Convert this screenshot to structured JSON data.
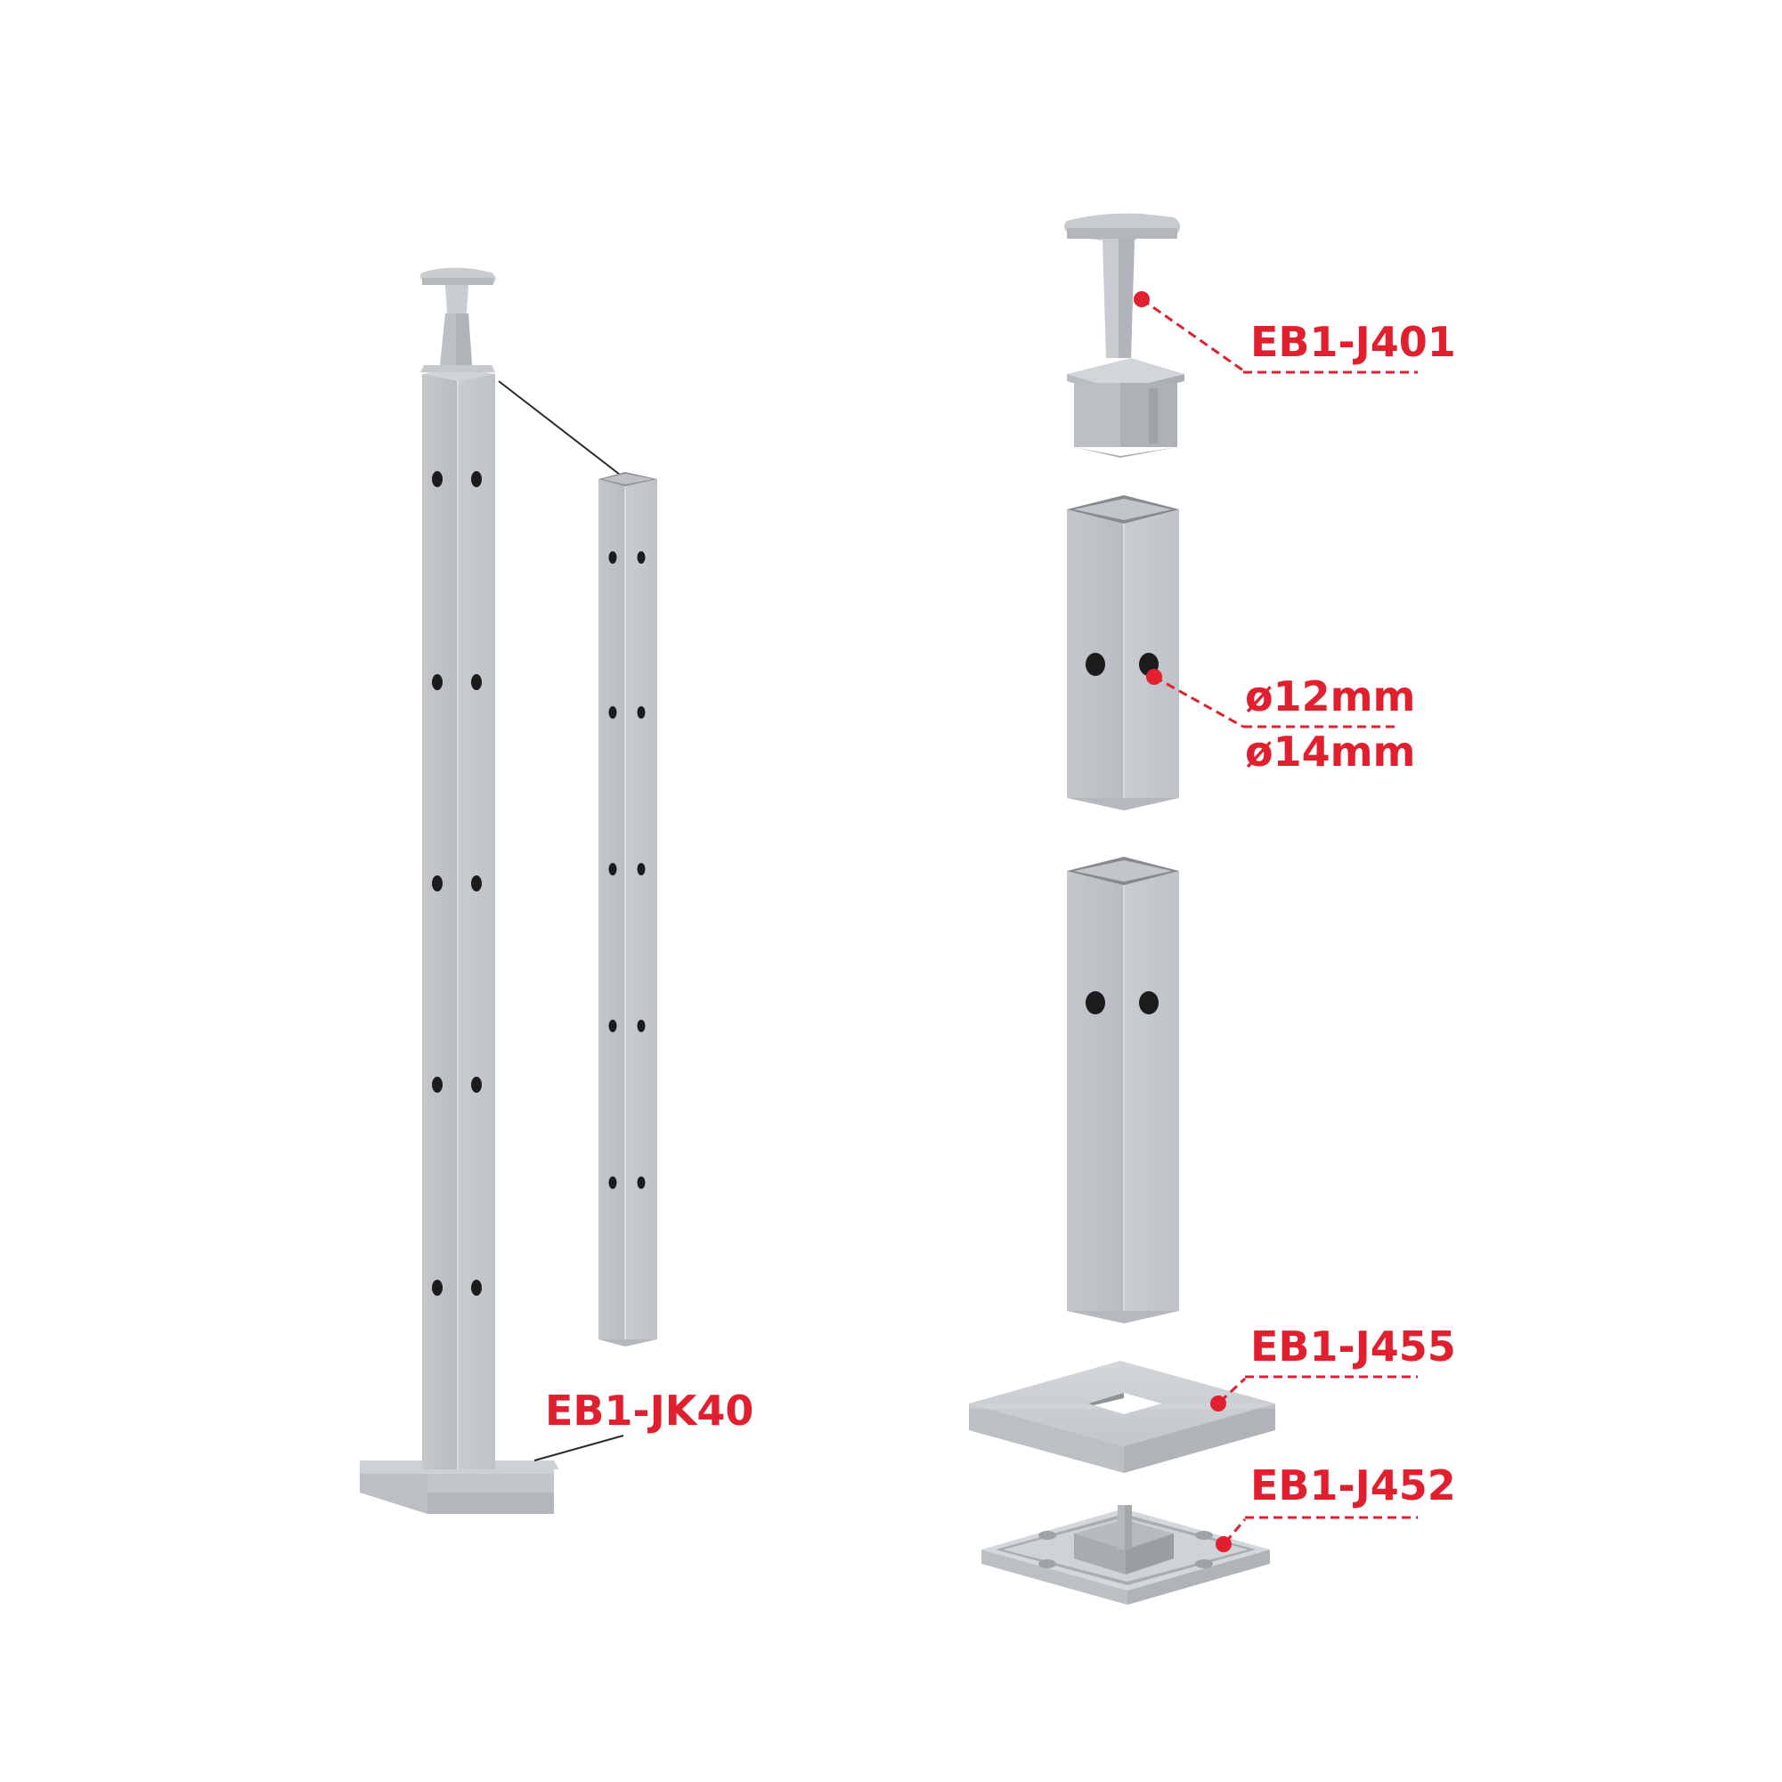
{
  "labels": {
    "post_assembly": "EB1-JK40",
    "handrail_saddle": "EB1-J401",
    "hole_diameter_1": "ø12mm",
    "hole_diameter_2": "ø14mm",
    "cover_plate": "EB1-J455",
    "base_plate": "EB1-J452"
  },
  "colors": {
    "label_red": "#e0202f",
    "steel_light": "#c9ccd1",
    "steel_mid": "#b6bac0",
    "steel_dark": "#a3a7ad",
    "hole": "#1c1c1c"
  }
}
